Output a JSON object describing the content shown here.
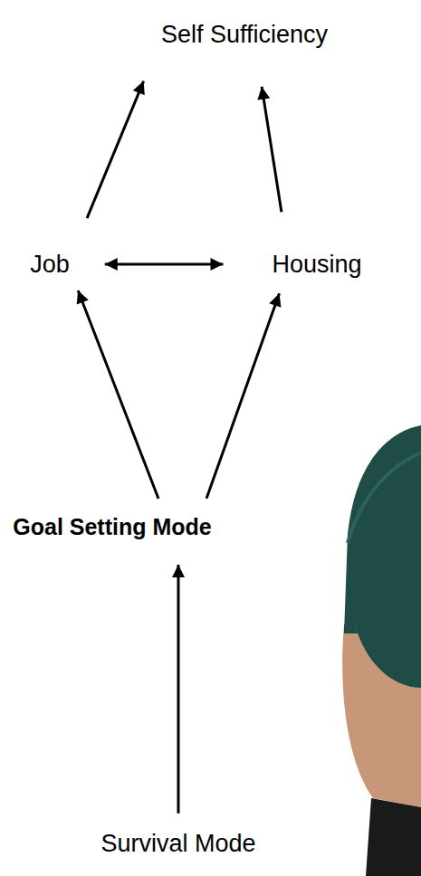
{
  "diagram": {
    "nodes": [
      {
        "text": [
          "Self Sufficiency"
        ]
      },
      {
        "text": [
          "Job"
        ]
      },
      {
        "text": [
          "Housing"
        ]
      },
      {
        "text": [
          "Goal Setting Mode"
        ]
      },
      {
        "text": [
          "Survival Mode"
        ]
      }
    ],
    "edges": [
      {
        "from": 1,
        "to": 0,
        "arrow": "to"
      },
      {
        "from": 2,
        "to": 0,
        "arrow": "to"
      },
      {
        "from": 1,
        "to": 2,
        "arrow": "both"
      },
      {
        "from": 3,
        "to": 1,
        "arrow": "to"
      },
      {
        "from": 3,
        "to": 2,
        "arrow": "to"
      },
      {
        "from": 4,
        "to": 3,
        "arrow": "to"
      }
    ]
  }
}
